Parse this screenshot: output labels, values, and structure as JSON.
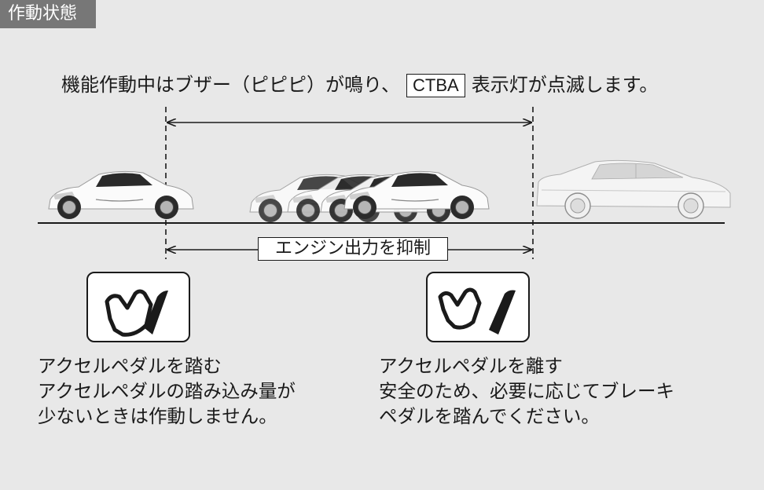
{
  "tag": "作動状態",
  "headline": {
    "before": "機能作動中はブザー（ピピピ）が鳴り、",
    "indicator": "CTBA",
    "after": "表示灯が点滅します。"
  },
  "limit_label": "エンジン出力を抑制",
  "left_block": {
    "lines": [
      "アクセルペダルを踏む",
      "アクセルペダルの踏み込み量が",
      "少ないときは作動しません。"
    ]
  },
  "right_block": {
    "lines": [
      "アクセルペダルを離す",
      "安全のため、必要に応じてブレーキ",
      "ペダルを踏んでください。"
    ]
  },
  "icons": {
    "press_pedal": "foot-pressing-pedal-icon",
    "release_pedal": "foot-releasing-pedal-icon"
  },
  "colors": {
    "background": "#e8e8e8",
    "tag_background": "#777777",
    "ink": "#1a1a1a"
  }
}
